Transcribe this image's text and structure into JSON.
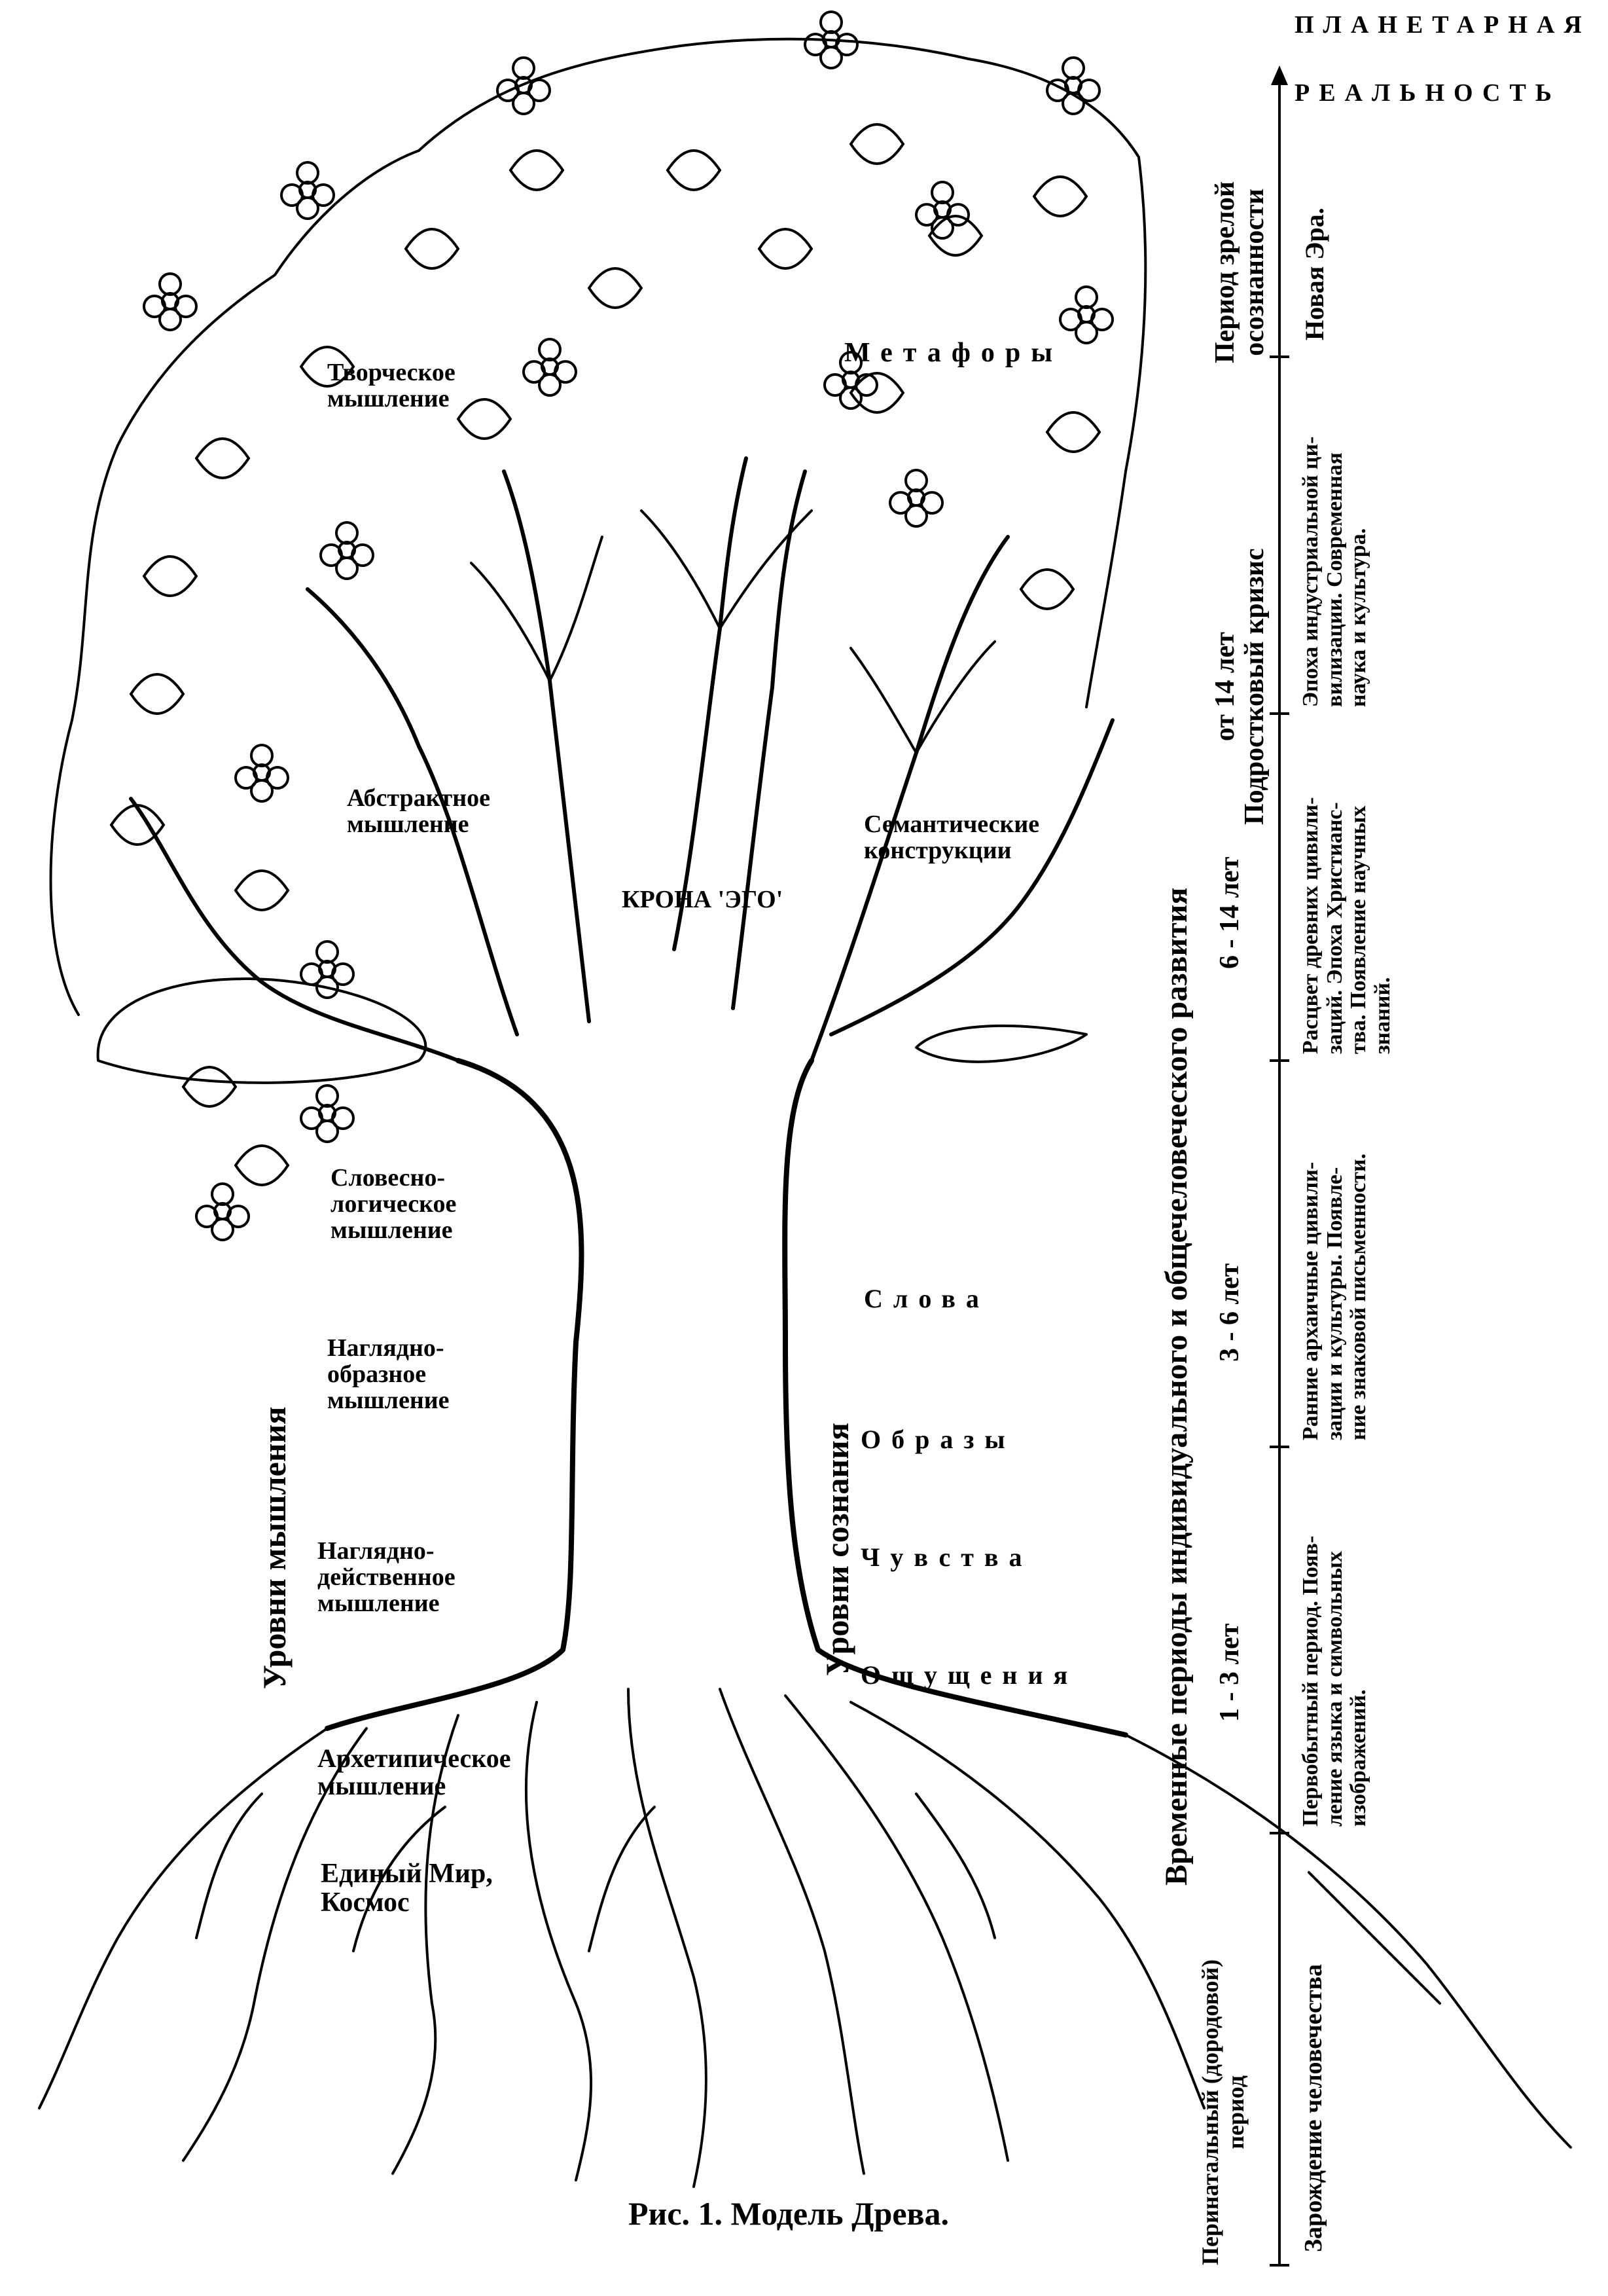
{
  "axis": {
    "top_label_line1": "ПЛАНЕТАРНАЯ",
    "top_label_line2": "РЕАЛЬНОСТЬ",
    "title": "Временные периоды индивидуального и общечеловеческого развития"
  },
  "periods": [
    {
      "age": "Перинатальный (дородовой)\nпериод",
      "epoch": "Зарождение человечества"
    },
    {
      "age": "1 - 3 лет",
      "epoch": "Первобытный период. Появ-\nление языка и символьных\nизображений."
    },
    {
      "age": "3 - 6 лет",
      "epoch": "Ранние архаичные цивили-\nзации и культуры. Появле-\nние знаковой письменности."
    },
    {
      "age": "6 - 14 лет",
      "epoch": "Расцвет древних цивили-\nзаций. Эпоха Христианс-\nтва. Появление научных\nзнаний."
    },
    {
      "age": "от 14 лет\nПодростковый кризис",
      "epoch": "Эпоха индустриальной ци-\nвилизации. Современная\nнаука и культура."
    },
    {
      "age": "Период зрелой\nосознанности",
      "epoch": "Новая Эра."
    }
  ],
  "tree_labels": {
    "creative": "Творческое\nмышление",
    "metaphors": "Метафоры",
    "abstract": "Абстрактное\nмышление",
    "semantic": "Семантические\nконструкции",
    "crown": "КРОНА 'ЭГО'",
    "verbal_logical": "Словесно-\nлогическое\nмышление",
    "visual_figurative": "Наглядно-\nобразное\nмышление",
    "visual_action": "Наглядно-\nдейственное\nмышление",
    "archetypal": "Архетипическое\nмышление",
    "unified_world": "Единый Мир,\nКосмос",
    "thinking_levels": "Уровни мышления",
    "consciousness_levels": "Уровни сознания",
    "words": "Слова",
    "images": "Образы",
    "feelings": "Чувства",
    "sensations": "Ощущения"
  },
  "caption": "Рис. 1. Модель Древа.",
  "colors": {
    "ink": "#000000",
    "paper": "#ffffff"
  }
}
